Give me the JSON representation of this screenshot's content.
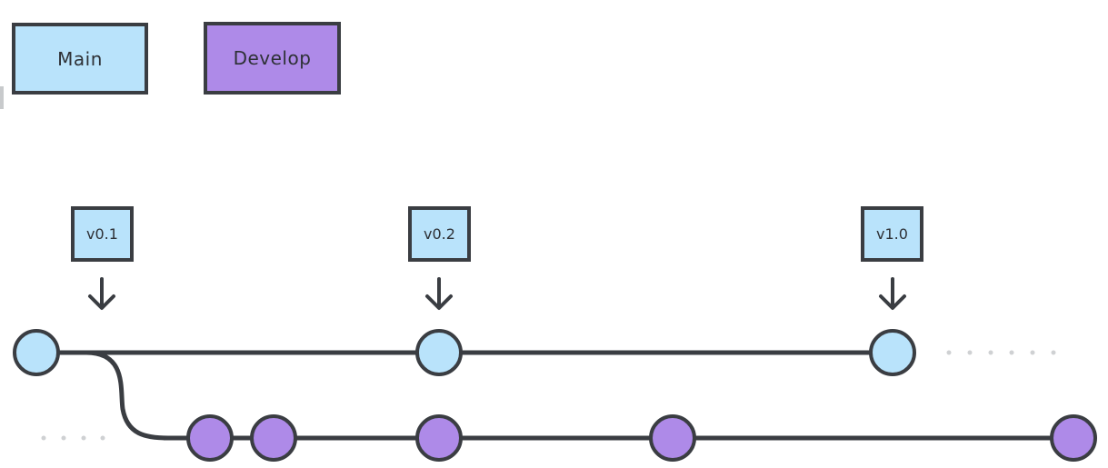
{
  "legend": {
    "main": {
      "label": "Main",
      "color": "#b9e3fb"
    },
    "develop": {
      "label": "Develop",
      "color": "#ae8ae8"
    }
  },
  "colors": {
    "stroke": "#3a3d42",
    "main_node": "#b9e3fb",
    "develop_node": "#ae8ae8",
    "dots": "#cfd1d3"
  },
  "tags": [
    {
      "label": "v0.1"
    },
    {
      "label": "v0.2"
    },
    {
      "label": "v1.0"
    }
  ],
  "branches": {
    "main": {
      "commits": 3,
      "continues": true
    },
    "develop": {
      "commits": 5,
      "preceded_by_history": true,
      "branches_from_main_commit": 1
    }
  }
}
